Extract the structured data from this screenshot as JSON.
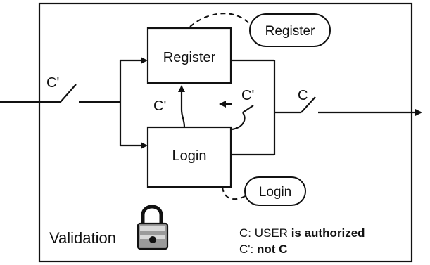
{
  "diagram": {
    "boxes": {
      "register": "Register",
      "login": "Login"
    },
    "callouts": {
      "register": "Register",
      "login": "Login"
    },
    "switch_labels": {
      "input": "C'",
      "output": "C",
      "feedback_left": "C'",
      "feedback_right": "C'"
    },
    "validation_label": "Validation",
    "lock_icon": "padlock-icon",
    "legend": [
      {
        "lead": "C: USER ",
        "bold": "is authorized"
      },
      {
        "lead": "C': ",
        "bold": "not C"
      }
    ]
  }
}
